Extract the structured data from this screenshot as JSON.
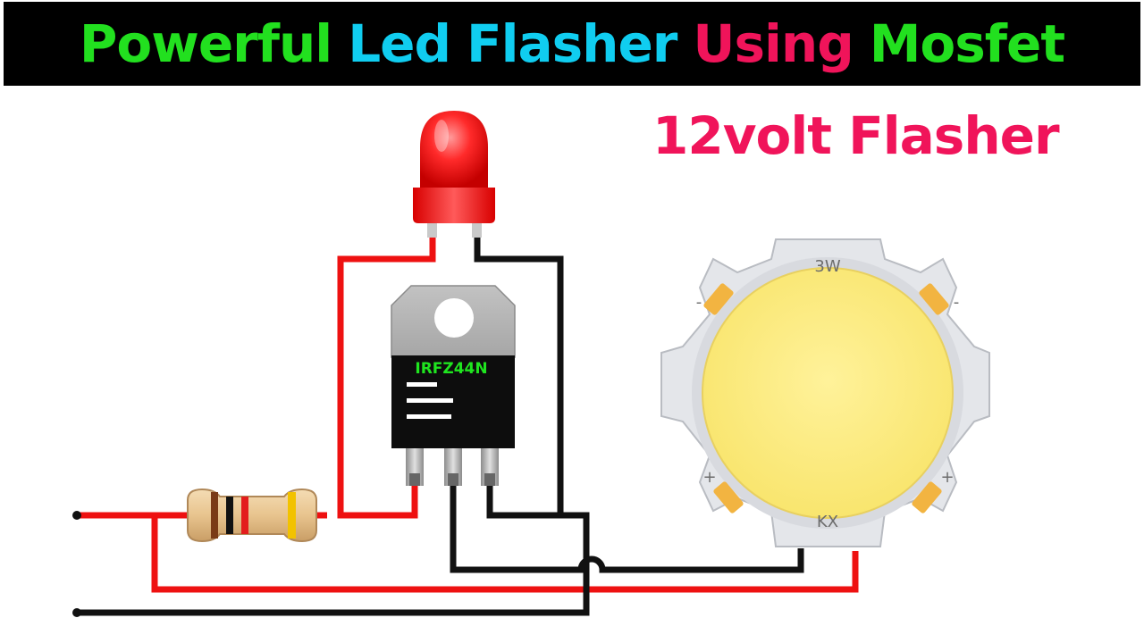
{
  "title": {
    "parts": [
      {
        "text": "Powerful",
        "color": "#22e01f"
      },
      {
        "text": "Led",
        "color": "#10cdf0"
      },
      {
        "text": "Flasher",
        "color": "#10cdf0"
      },
      {
        "text": "Using",
        "color": "#f0145a"
      },
      {
        "text": "Mosfet",
        "color": "#22e01f"
      }
    ],
    "background": "#000000"
  },
  "subtitle": {
    "text": "12volt Flasher",
    "color": "#f0145a"
  },
  "mosfet": {
    "label": "IRFZ44N",
    "label_color": "#1fe51f"
  },
  "cob_led": {
    "power_label": "3W",
    "brand_label": "KX",
    "minus_sign": "-",
    "plus_sign": "+"
  },
  "colors": {
    "wire_red": "#ee1111",
    "wire_black": "#111111",
    "led_red": "#ff2a2a",
    "cob_yellow": "#fbe978",
    "board_silver": "#e4e6ea"
  }
}
